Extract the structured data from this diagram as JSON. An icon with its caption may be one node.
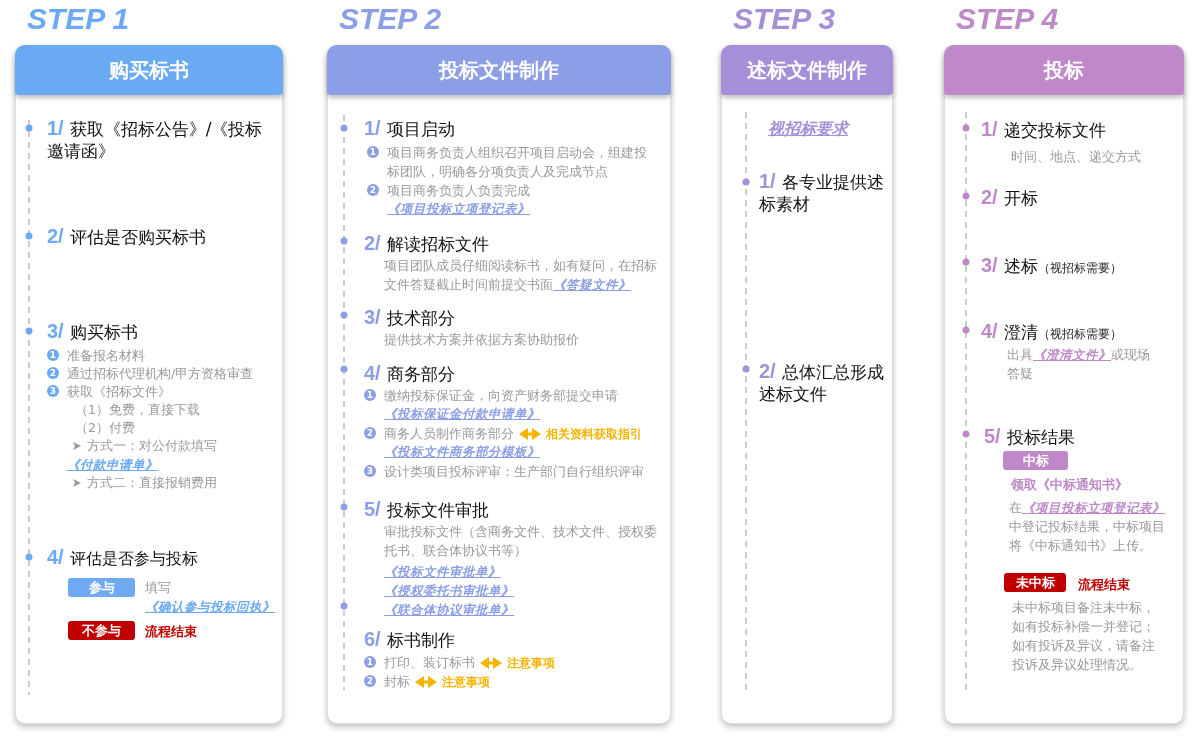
{
  "diagram": {
    "nodes": [
      {
        "text": [
          "STEP 1",
          "购买标书"
        ]
      },
      {
        "text": [
          "参与"
        ],
        "in": 0
      },
      {
        "text": [
          "不参与"
        ],
        "in": 0
      },
      {
        "text": [
          "STEP 2",
          "投标文件制作"
        ]
      },
      {
        "text": [
          "STEP 3",
          "述标文件制作"
        ]
      },
      {
        "text": [
          "STEP 4",
          "投标"
        ]
      },
      {
        "text": [
          "中标"
        ],
        "in": 5
      },
      {
        "text": [
          "未中标"
        ],
        "in": 5
      }
    ],
    "labels": [
      "1/",
      "获取《招标公告》/《投标邀请函》",
      "2/",
      "评估是否购买标书",
      "3/",
      "购买标书",
      "1",
      "准备报名材料",
      "2",
      "通过招标代理机构/甲方资格审查",
      "3",
      "获取《招标文件》",
      "（1）免费，直接下载",
      "（2）付费",
      "方式一：对公付款填写",
      "《付款申请单》",
      "方式二：直接报销费用",
      "4/",
      "评估是否参与投标",
      "填写",
      "《确认参与投标回执》",
      "流程结束",
      "1/",
      "项目启动",
      "1",
      "项目商务负责人组织召开项目启动会，组建投标团队，明确各分项负责人及完成节点",
      "2",
      "项目商务负责人负责完成",
      "《项目投标立项登记表》",
      "2/",
      "解读招标文件",
      "项目团队成员仔细阅读标书，如有疑问，在招标文件答疑截止时间前提交书面",
      "《答疑文件》",
      "3/",
      "技术部分",
      "提供技术方案并依据方案协助报价",
      "4/",
      "商务部分",
      "1",
      "缴纳投标保证金，向资产财务部提交申请",
      "《投标保证金付款申请单》",
      "2",
      "商务人员制作商务部分",
      "相关资料获取指引",
      "《投标文件商务部分模板》",
      "3",
      "设计类项目投标评审：生产部门自行组织评审",
      "5/",
      "投标文件审批",
      "审批投标文件（含商务文件、技术文件、授权委托书、联合体协议书等）",
      "《投标文件审批单》",
      "《授权委托书审批单》",
      "《联合体协议审批单》",
      "6/",
      "标书制作",
      "1",
      "打印、装订标书",
      "注意事项",
      "2",
      "封标",
      "注意事项",
      "视招标要求",
      "1/",
      "各专业提供述标素材",
      "2/",
      "总体汇总形成述标文件",
      "1/",
      "递交投标文件",
      "时间、地点、递交方式",
      "2/",
      "开标",
      "3/",
      "述标",
      "（视招标需要）",
      "4/",
      "澄清",
      "（视招标需要）",
      "出具",
      "《澄清文件》",
      "或现场答疑",
      "5/",
      "投标结果",
      "领取《中标通知书》",
      "在",
      "《项目投标立项登记表》",
      "中登记投标结果，中标项目将《中标通知书》上传。",
      "流程结束",
      "未中标项目备注未中标，如有投标补偿一并登记；如有投诉及异议，请备注投诉及异议处理情况。"
    ]
  }
}
